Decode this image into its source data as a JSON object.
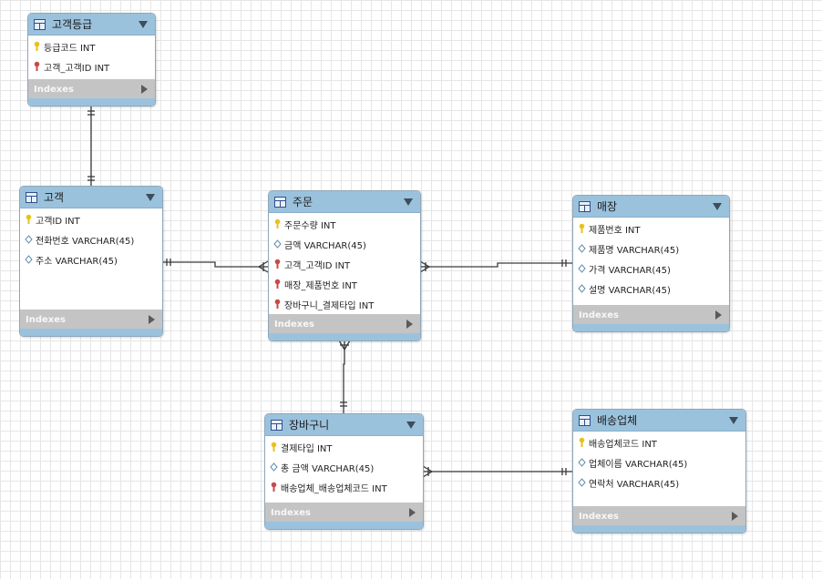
{
  "tables": [
    {
      "id": "grade",
      "name": "고객등급",
      "columns": [
        {
          "label": "등급코드 INT",
          "kind": "pk"
        },
        {
          "label": "고객_고객ID INT",
          "kind": "fk"
        }
      ],
      "indexes_label": "Indexes"
    },
    {
      "id": "customer",
      "name": "고객",
      "columns": [
        {
          "label": "고객ID INT",
          "kind": "pk"
        },
        {
          "label": "전화번호 VARCHAR(45)",
          "kind": "col"
        },
        {
          "label": "주소 VARCHAR(45)",
          "kind": "col"
        }
      ],
      "indexes_label": "Indexes"
    },
    {
      "id": "order",
      "name": "주문",
      "columns": [
        {
          "label": "주문수량 INT",
          "kind": "pk"
        },
        {
          "label": "금액 VARCHAR(45)",
          "kind": "col"
        },
        {
          "label": "고객_고객ID INT",
          "kind": "fk"
        },
        {
          "label": "매장_제품번호 INT",
          "kind": "fk"
        },
        {
          "label": "장바구니_결제타입 INT",
          "kind": "fk"
        }
      ],
      "indexes_label": "Indexes"
    },
    {
      "id": "store",
      "name": "매장",
      "columns": [
        {
          "label": "제품번호 INT",
          "kind": "pk"
        },
        {
          "label": "제품명 VARCHAR(45)",
          "kind": "col"
        },
        {
          "label": "가격 VARCHAR(45)",
          "kind": "col"
        },
        {
          "label": "설명 VARCHAR(45)",
          "kind": "col"
        }
      ],
      "indexes_label": "Indexes"
    },
    {
      "id": "cart",
      "name": "장바구니",
      "columns": [
        {
          "label": "결제타입 INT",
          "kind": "pk"
        },
        {
          "label": "총 금액 VARCHAR(45)",
          "kind": "col"
        },
        {
          "label": "배송업체_배송업체코드 INT",
          "kind": "fk"
        }
      ],
      "indexes_label": "Indexes"
    },
    {
      "id": "shipper",
      "name": "배송업체",
      "columns": [
        {
          "label": "배송업체코드 INT",
          "kind": "pk"
        },
        {
          "label": "업체이름 VARCHAR(45)",
          "kind": "col"
        },
        {
          "label": "연락처 VARCHAR(45)",
          "kind": "col"
        }
      ],
      "indexes_label": "Indexes"
    }
  ],
  "relationships": [
    {
      "from": "grade",
      "to": "customer",
      "from_card": "one",
      "to_card": "one"
    },
    {
      "from": "customer",
      "to": "order",
      "from_card": "one",
      "to_card": "many"
    },
    {
      "from": "store",
      "to": "order",
      "from_card": "one",
      "to_card": "many"
    },
    {
      "from": "cart",
      "to": "order",
      "from_card": "one",
      "to_card": "many"
    },
    {
      "from": "shipper",
      "to": "cart",
      "from_card": "one",
      "to_card": "many"
    }
  ],
  "colors": {
    "header": "#9bc2dd",
    "indexes_bar": "#c4c4c4",
    "connector": "#3a3a3a",
    "pk_icon": "#e8c21c",
    "fk_icon": "#c94a4a",
    "col_icon": "#5e8fa8"
  },
  "icons": {
    "table": "table-icon",
    "pk": "primary-key-icon",
    "fk": "foreign-key-icon",
    "col": "column-diamond-icon",
    "expand": "expand-arrow-icon",
    "indexes": "indexes-arrow-icon"
  }
}
